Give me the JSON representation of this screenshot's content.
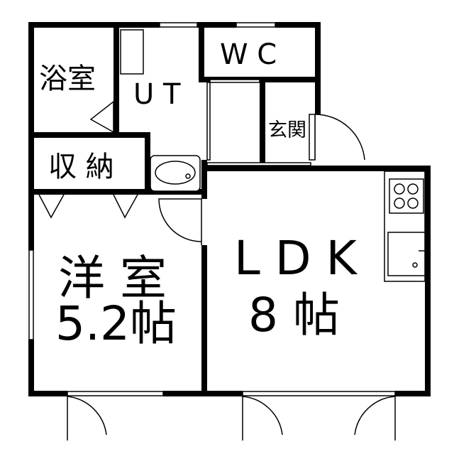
{
  "rooms": {
    "bath": "浴室",
    "ut": "U T",
    "wc": "W C",
    "entrance": "玄関",
    "storage": "収 納",
    "western_name": "洋 室",
    "western_size": "5.2帖",
    "ldk_name": "L D K",
    "ldk_size": "8 帖"
  },
  "colors": {
    "wall": "#000000",
    "background": "#ffffff"
  }
}
